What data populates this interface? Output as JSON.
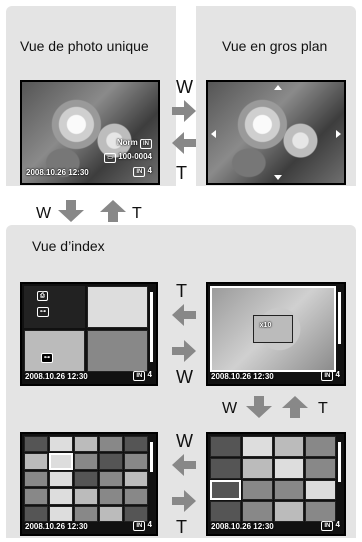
{
  "panels": {
    "single": {
      "title": "Vue de photo unique"
    },
    "close_up": {
      "title": "Vue en gros plan"
    },
    "index": {
      "title": "Vue d’index"
    }
  },
  "screen_single": {
    "wb_label": "Norm",
    "file_number": "100-0004",
    "datetime": "2008.10.26  12:30",
    "count": "4"
  },
  "index_screens": {
    "datetime": "2008.10.26  12:30",
    "count": "4",
    "badge_x10": "x10"
  },
  "zoom_labels": {
    "tele": "T",
    "wide": "W"
  },
  "icons": [
    "arrow-right-icon",
    "arrow-left-icon",
    "arrow-down-icon",
    "arrow-up-icon",
    "protect-key-icon",
    "print-order-icon",
    "movie-icon",
    "memory-card-icon",
    "scroll-bar"
  ]
}
